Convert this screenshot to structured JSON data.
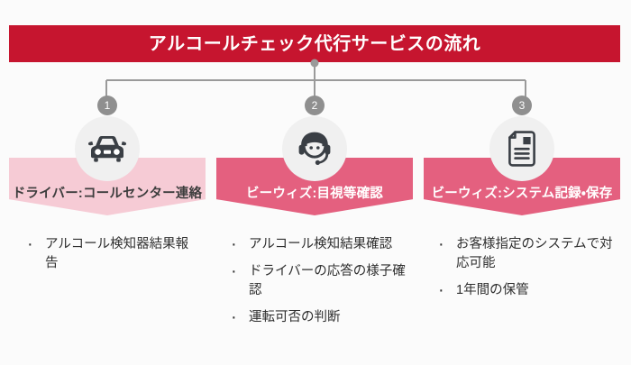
{
  "diagram": {
    "title": "アルコールチェック代行サービスの流れ",
    "colors": {
      "title_banner": "#c6152f",
      "band_step1": "#f6cbd5",
      "band_step2": "#e4607f",
      "band_step3": "#e4607f",
      "badge": "#8f8f8f",
      "icon_circle": "#f0f0f0",
      "connector_line": "#9a9a9a",
      "background": "#fbfbfb",
      "body_text": "#2f2f2f"
    },
    "steps": [
      {
        "number": "1",
        "icon": "car-icon",
        "label": "ドライバー:コールセンター連絡",
        "bullets": [
          "アルコール検知器結果報告"
        ]
      },
      {
        "number": "2",
        "icon": "headset-operator-icon",
        "label": "ビーウィズ:目視等確認",
        "bullets": [
          "アルコール検知結果確認",
          "ドライバーの応答の様子確認",
          "運転可否の判断"
        ]
      },
      {
        "number": "3",
        "icon": "document-icon",
        "label": "ビーウィズ:システム記録・保存",
        "bullets": [
          "お客様指定のシステムで対応可能",
          "1年間の保管"
        ]
      }
    ]
  }
}
